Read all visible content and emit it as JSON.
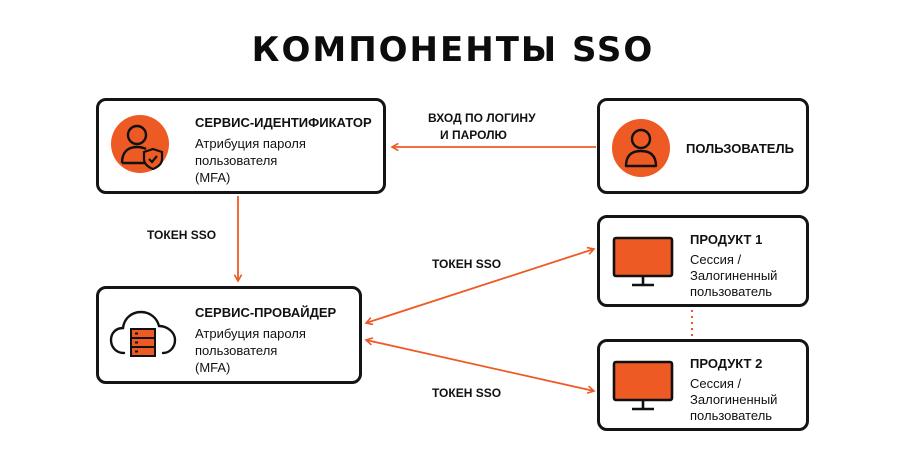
{
  "title": "КОМПОНЕНТЫ SSO",
  "colors": {
    "accent": "#ee5a24",
    "border": "#141414"
  },
  "identity_service": {
    "title": "СЕРВИС-ИДЕНТИФИКАТОР",
    "line1": "Атрибуция пароля",
    "line2": "пользователя",
    "line3": "(MFA)",
    "icon": "user-shield-icon"
  },
  "user": {
    "title": "ПОЛЬЗОВАТЕЛЬ",
    "icon": "user-icon"
  },
  "service_provider": {
    "title": "СЕРВИС-ПРОВАЙДЕР",
    "line1": "Атрибуция пароля",
    "line2": "пользователя",
    "line3": "(MFA)",
    "icon": "cloud-server-icon"
  },
  "product1": {
    "title": "ПРОДУКТ 1",
    "line1": "Сессия /",
    "line2": "Залогиненный",
    "line3": "пользователь",
    "icon": "monitor-icon"
  },
  "product2": {
    "title": "ПРОДУКТ 2",
    "line1": "Сессия /",
    "line2": "Залогиненный",
    "line3": "пользователь",
    "icon": "monitor-icon"
  },
  "labels": {
    "login_line1": "ВХОД ПО ЛОГИНУ",
    "login_line2": "И ПАРОЛЮ",
    "token_left": "ТОКЕН SSO",
    "token_top": "ТОКЕН SSO",
    "token_bottom": "ТОКЕН SSO"
  }
}
